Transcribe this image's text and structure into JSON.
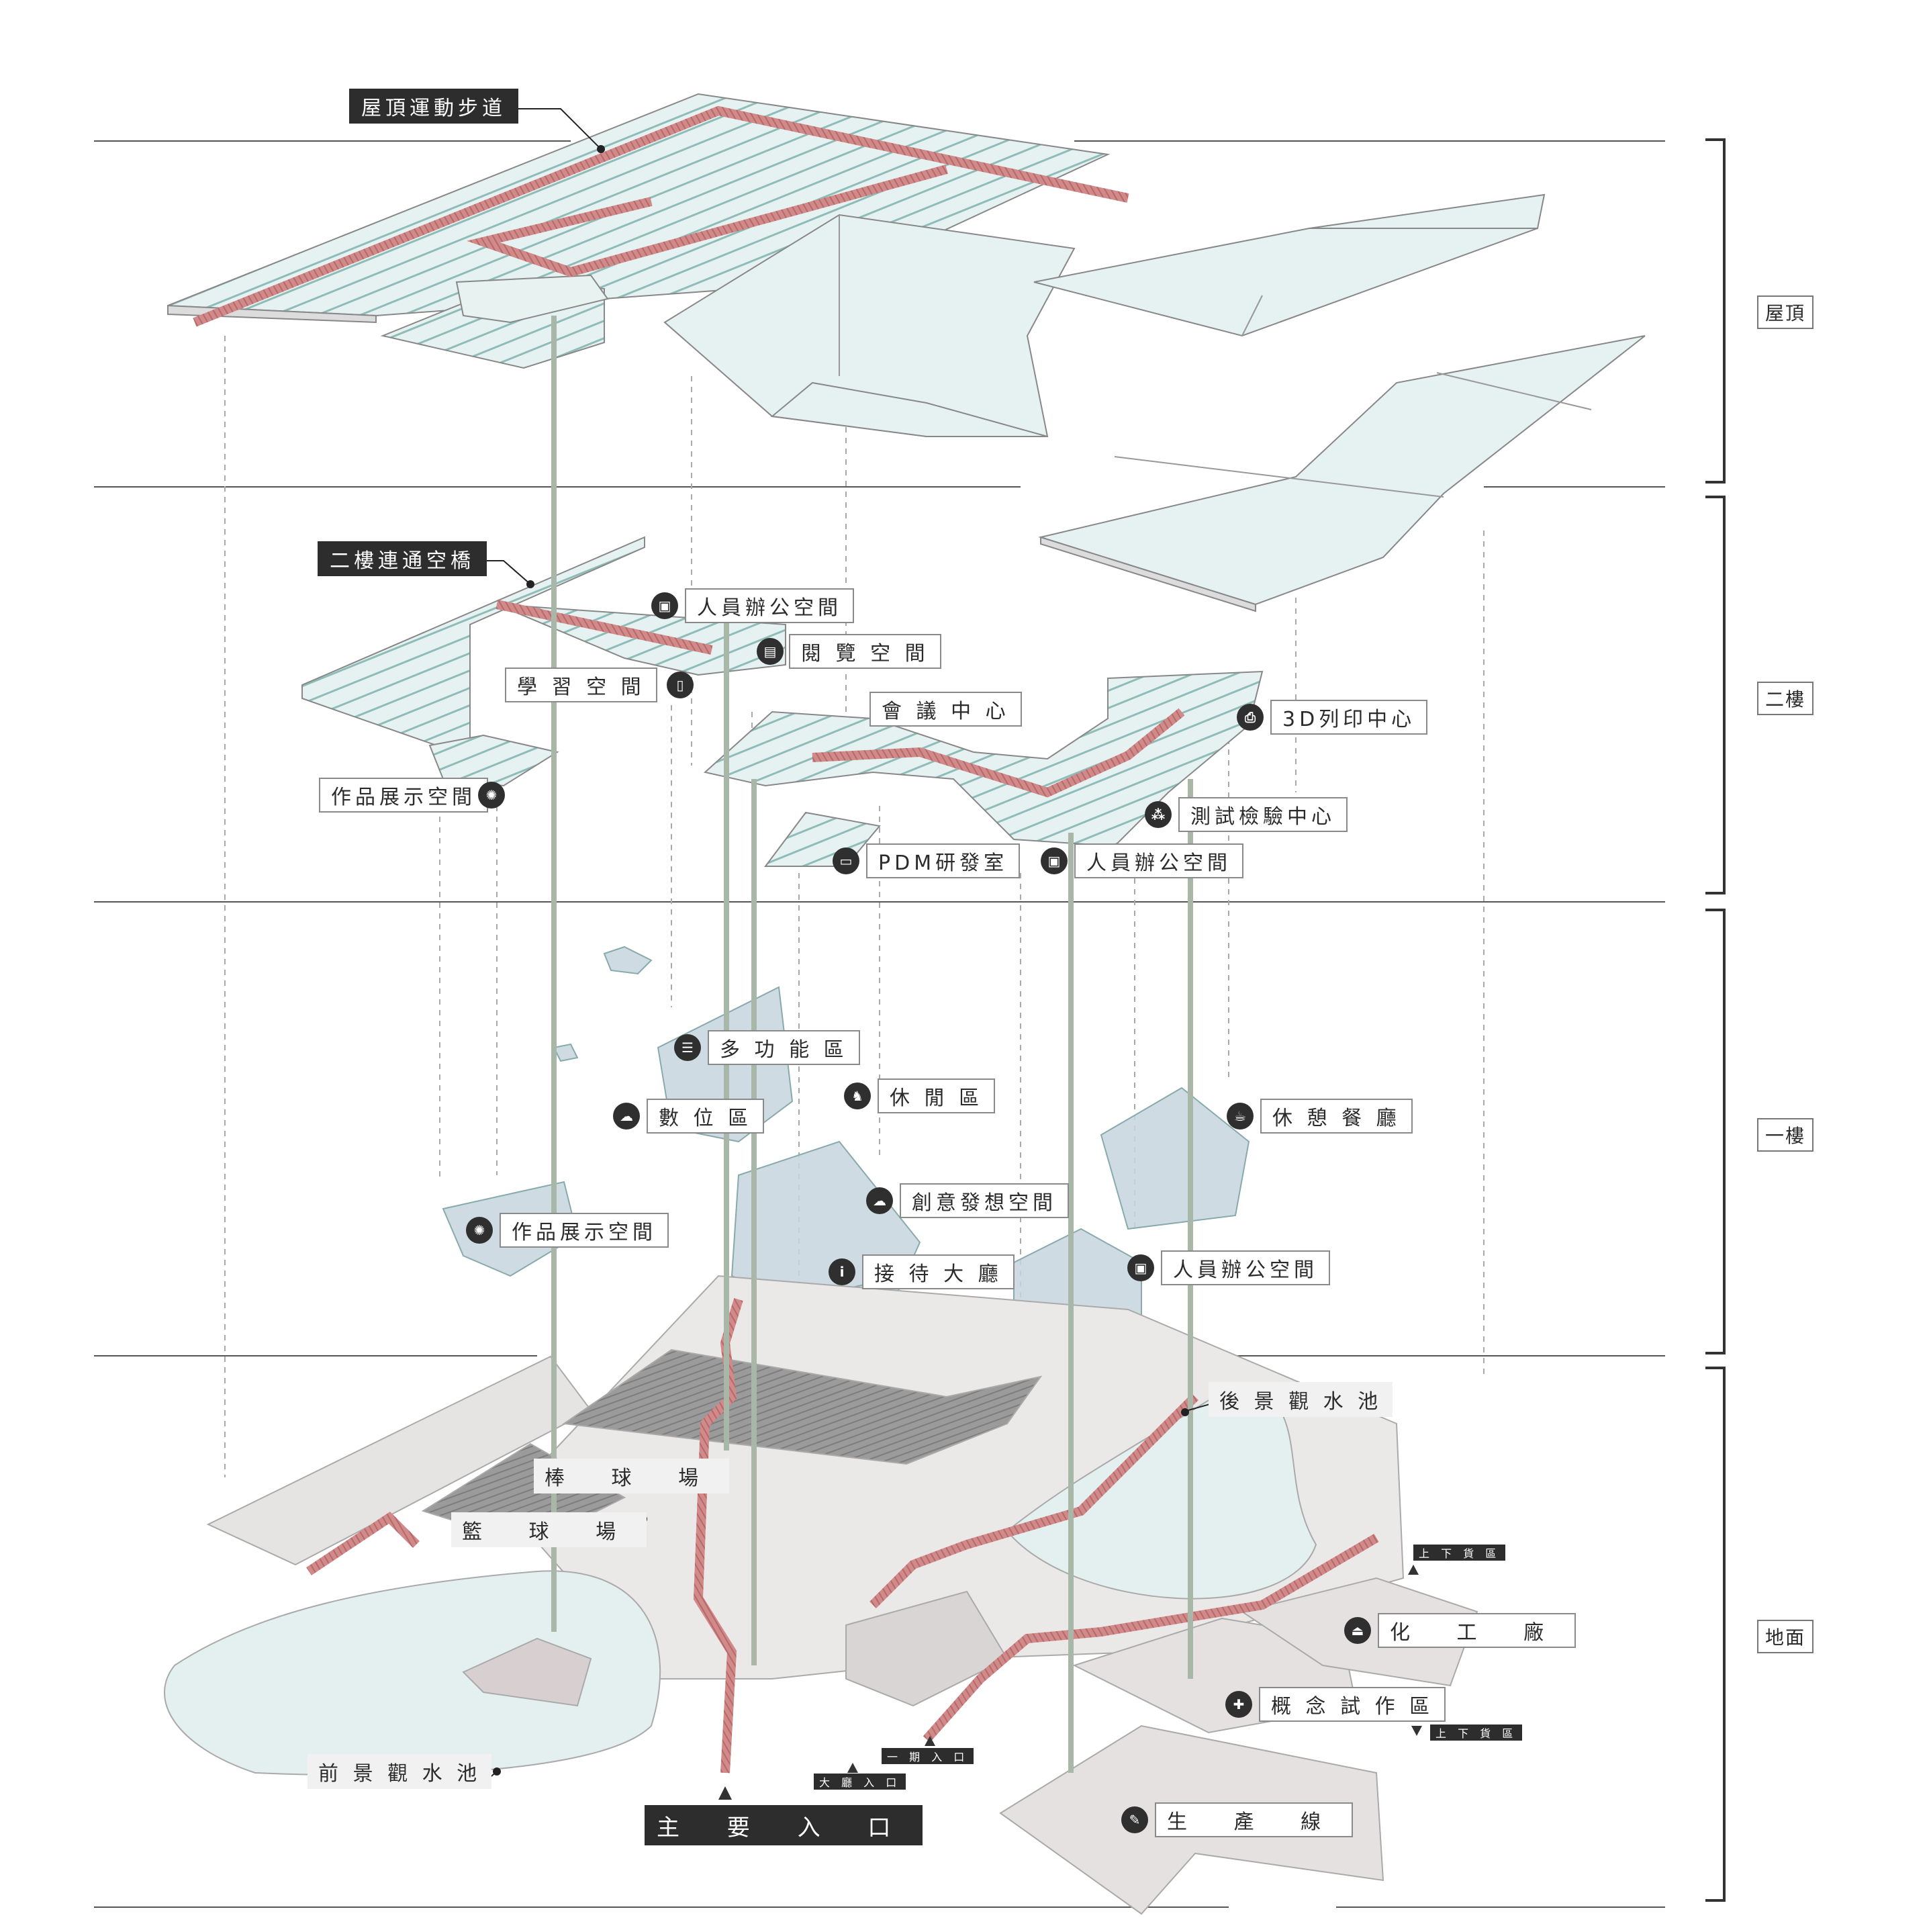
{
  "levels": {
    "roof": "屋頂",
    "second": "二樓",
    "first": "一樓",
    "ground": "地面"
  },
  "labels": {
    "roof_walkway": "屋頂運動步道",
    "sky_bridge": "二樓連通空橋",
    "staff_office_2f_a": "人員辦公空間",
    "reading": "閱 覽 空 間",
    "study": "學 習 空 間",
    "conference": "會 議 中 心",
    "print3d": "3D列印中心",
    "exhibit_2f": "作品展示空間",
    "testing": "測試檢驗中心",
    "pdm": "PDM研發室",
    "staff_office_2f_b": "人員辦公空間",
    "multipurpose": "多 功 能 區",
    "leisure": "休 閒 區",
    "digital": "數 位 區",
    "cafe": "休 憩 餐 廳",
    "creative": "創意發想空間",
    "exhibit_1f": "作品展示空間",
    "reception": "接 待 大 廳",
    "staff_office_1f": "人員辦公空間",
    "rear_pool": "後 景 觀 水 池",
    "baseball": "棒 球 場",
    "basketball": "籃 球 場",
    "chemical": "化 工 廠",
    "prototype": "概 念 試 作 區",
    "front_pool": "前 景 觀 水 池",
    "production": "生 產 線",
    "main_entrance": "主 要 入 口",
    "phase1_entrance": "一 期 入 口",
    "lobby_entrance": "大 廳 入 口",
    "loading_1": "上 下 貨 區",
    "loading_2": "上 下 貨 區"
  }
}
